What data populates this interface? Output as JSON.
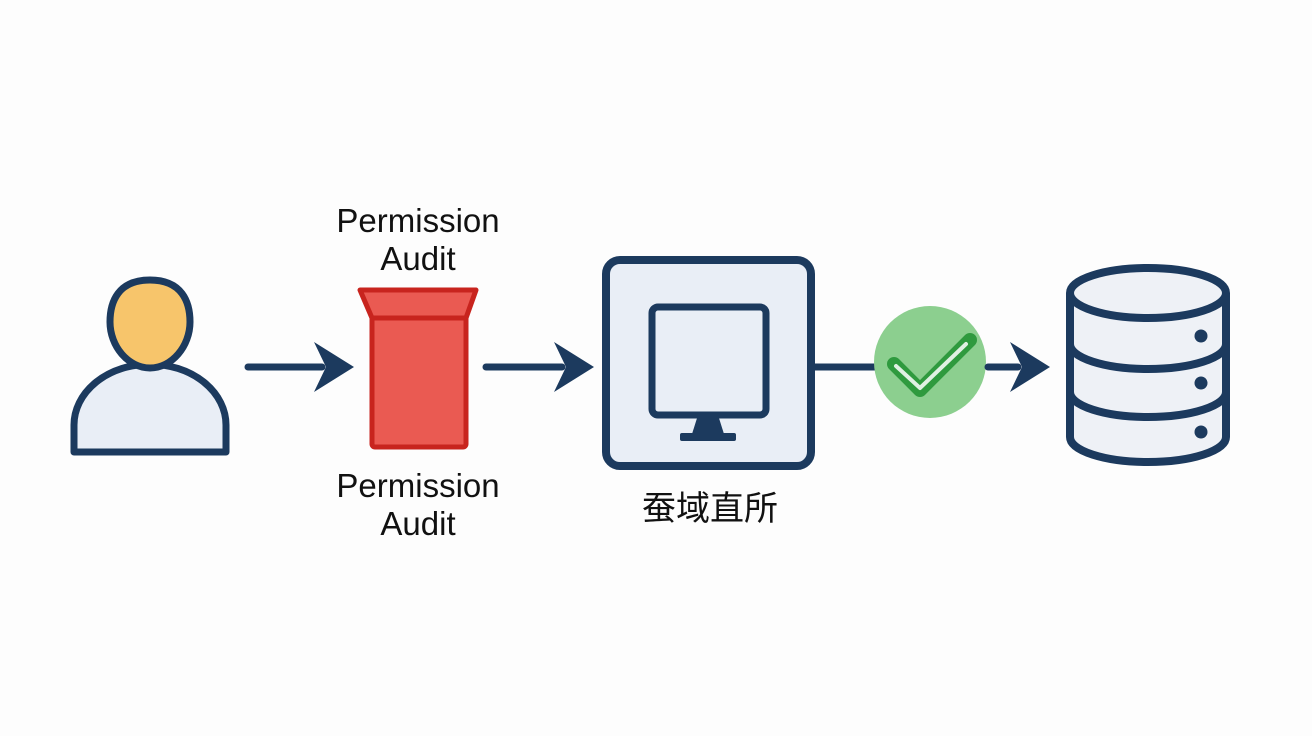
{
  "colors": {
    "navy": "#1c3a5e",
    "user_head": "#f7c56b",
    "user_body": "#e9eef6",
    "gate_fill": "#ea5a52",
    "gate_stroke": "#c8241e",
    "panel_fill": "#e9eef6",
    "check_circle": "#8ccf8f",
    "check_mark": "#2f9a3e",
    "database_fill": "#eef1f6"
  },
  "icons": [
    "user-icon",
    "permission-gate-icon",
    "monitor-icon",
    "check-icon",
    "database-icon"
  ],
  "labels": {
    "gate_top": [
      "Permission",
      "Audit"
    ],
    "gate_bottom": [
      "Permission",
      "Audit"
    ],
    "monitor": "蚕域直所"
  }
}
